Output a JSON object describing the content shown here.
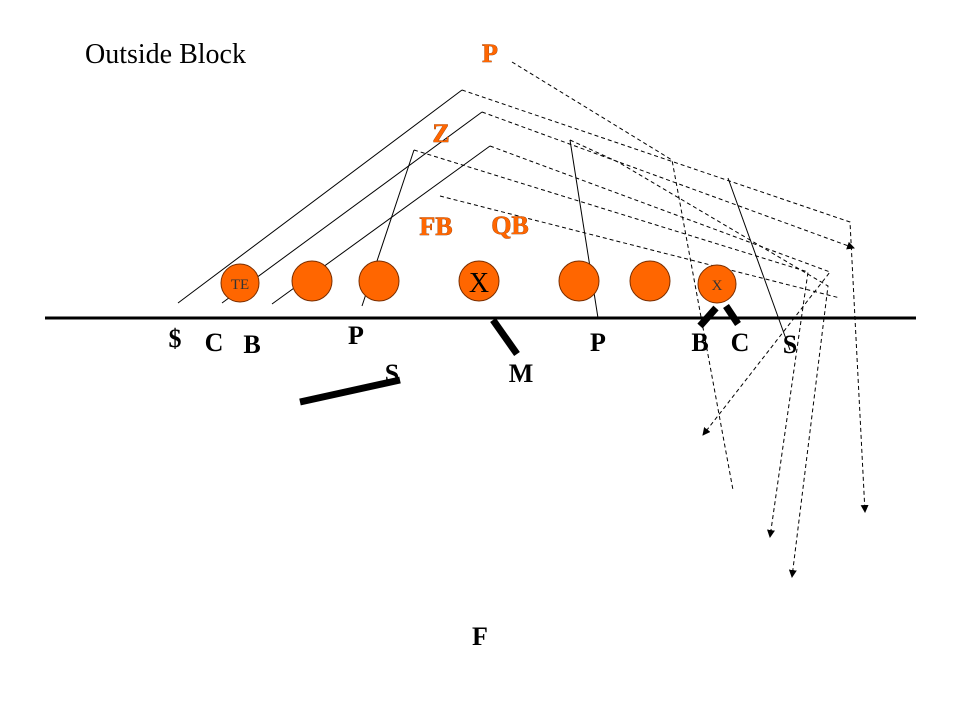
{
  "title": "Outside Block",
  "colors": {
    "offense": "#ff6600",
    "defense": "#000000",
    "line": "#000000",
    "background": "#ffffff"
  },
  "offense": {
    "backs": [
      "P",
      "Z",
      "FB",
      "QB"
    ],
    "line_players": [
      "TE",
      "",
      "",
      "X",
      "",
      "",
      "X"
    ]
  },
  "defense": {
    "left": [
      "$",
      "C",
      "B",
      "P"
    ],
    "right": [
      "P",
      "B",
      "C",
      "S"
    ],
    "second_level": [
      "S",
      "M"
    ],
    "deep": "F"
  }
}
